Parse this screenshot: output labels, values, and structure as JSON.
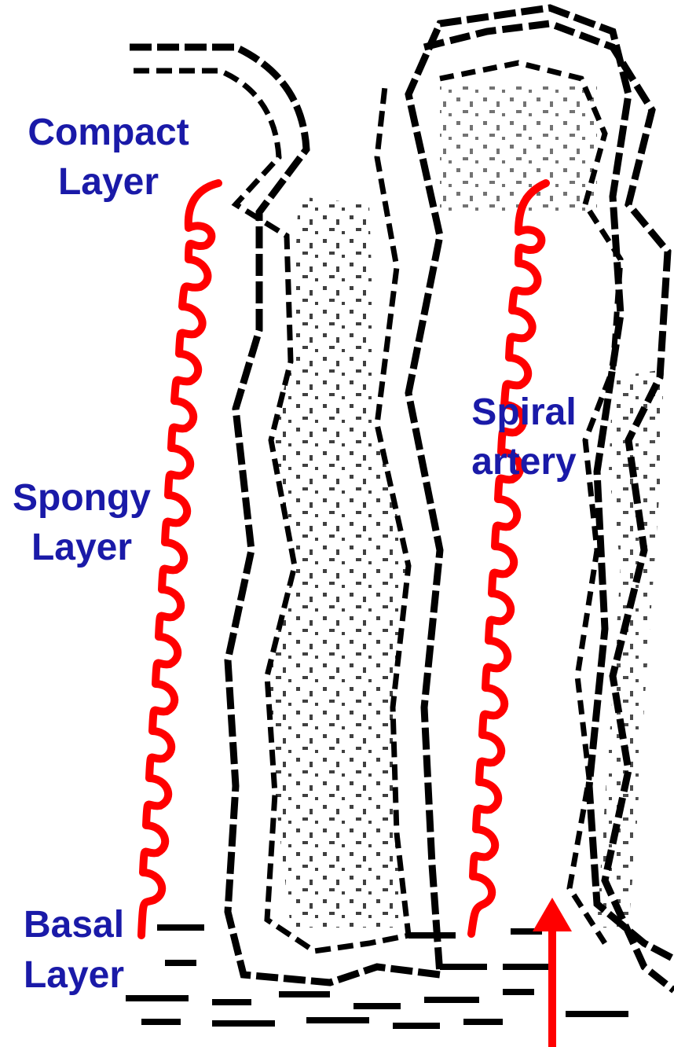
{
  "labels": {
    "compact_line1": "Compact",
    "compact_line2": "Layer",
    "spongy_line1": "Spongy",
    "spongy_line2": "Layer",
    "basal_line1": "Basal",
    "basal_line2": "Layer",
    "spiral_line1": "Spiral",
    "spiral_line2": "artery"
  },
  "colors": {
    "label_text": "#1a1aa8",
    "artery": "#ff0000",
    "tissue_outline": "#000000",
    "background": "#ffffff"
  }
}
